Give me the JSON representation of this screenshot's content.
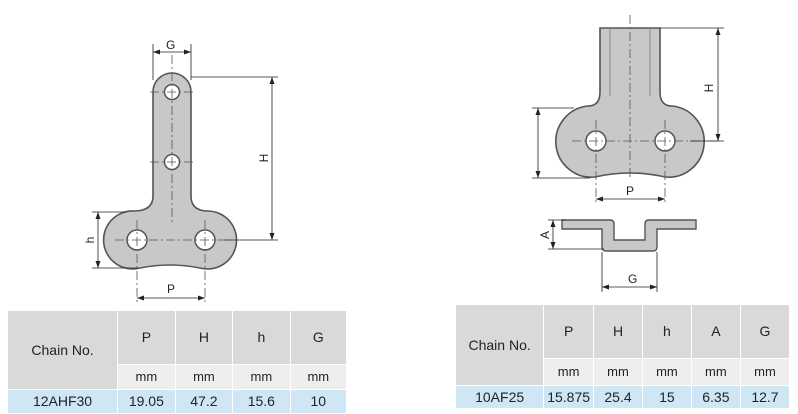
{
  "left": {
    "dims": {
      "G": "G",
      "H": "H",
      "h": "h",
      "P": "P"
    },
    "table": {
      "header": [
        "Chain No.",
        "P",
        "H",
        "h",
        "G"
      ],
      "units": [
        "mm",
        "mm",
        "mm",
        "mm"
      ],
      "row": [
        "12AHF30",
        "19.05",
        "47.2",
        "15.6",
        "10"
      ]
    }
  },
  "right": {
    "dims": {
      "H": "H",
      "P": "P",
      "A": "A",
      "G": "G"
    },
    "table": {
      "header": [
        "Chain No.",
        "P",
        "H",
        "h",
        "A",
        "G"
      ],
      "units": [
        "mm",
        "mm",
        "mm",
        "mm",
        "mm"
      ],
      "row": [
        "10AF25",
        "15.875",
        "25.4",
        "15",
        "6.35",
        "12.7"
      ]
    }
  },
  "colors": {
    "part_fill": "#c8c8c8",
    "part_stroke": "#555555",
    "header_bg": "#d9d9d9",
    "unit_bg": "#eeeeee",
    "value_bg": "#cfe7f5"
  }
}
